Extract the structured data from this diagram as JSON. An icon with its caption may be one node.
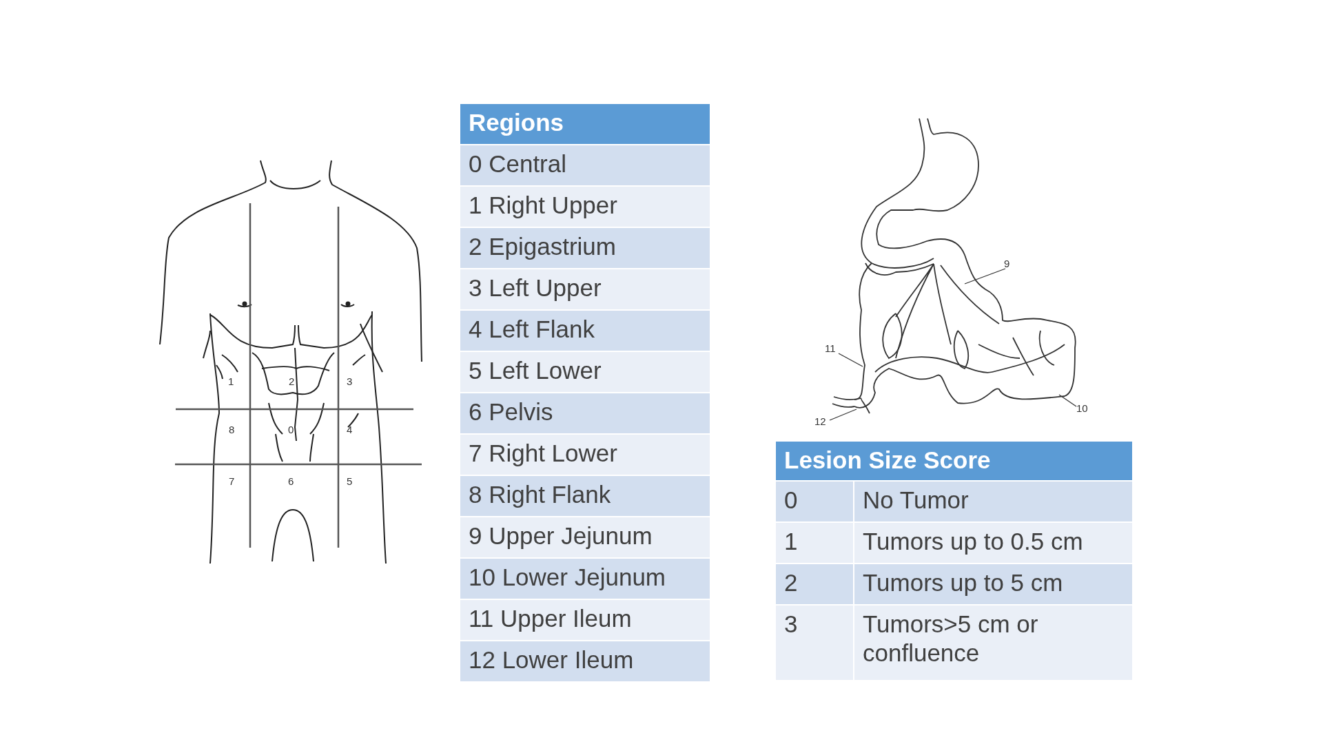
{
  "diagram": {
    "nodes": [
      {
        "text": [
          "9"
        ]
      },
      {
        "text": [
          "11"
        ]
      },
      {
        "text": [
          "10"
        ]
      },
      {
        "text": [
          "12"
        ]
      }
    ],
    "edges": [
      {
        "from": 0,
        "to": null,
        "arrow": "none"
      },
      {
        "from": 1,
        "to": null,
        "arrow": "none"
      },
      {
        "from": 2,
        "to": null,
        "arrow": "none"
      },
      {
        "from": 3,
        "to": null,
        "arrow": "none"
      }
    ],
    "labels": [
      "1",
      "2",
      "3",
      "8",
      "0",
      "4",
      "7",
      "6",
      "5",
      "Regions",
      "0 Central",
      "1 Right Upper",
      "2 Epigastrium",
      "3 Left Upper",
      "4 Left Flank",
      "5 Left Lower",
      "6 Pelvis",
      "7 Right Lower",
      "8 Right Flank",
      "9 Upper Jejunum",
      "10 Lower Jejunum",
      "11 Upper Ileum",
      "12 Lower Ileum",
      "Lesion Size Score",
      "0",
      "No Tumor",
      "1",
      "Tumors up to 0.5 cm",
      "2",
      "Tumors up to 5 cm",
      "3",
      "Tumors>5 cm or confluence"
    ]
  }
}
